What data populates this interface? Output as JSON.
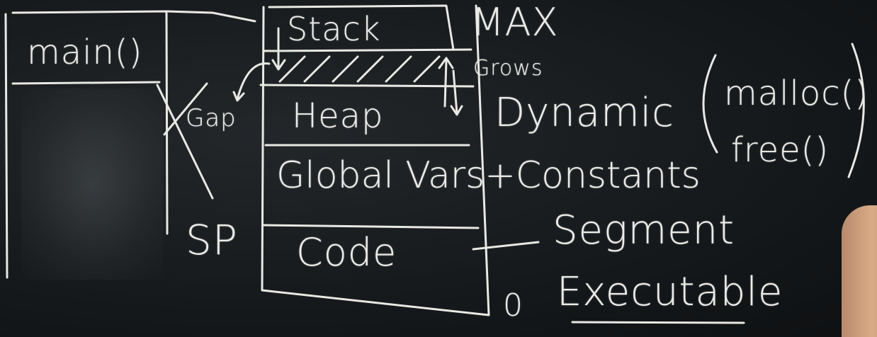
{
  "board": {
    "labels": {
      "main": "main()",
      "stack": "Stack",
      "max": "MAX",
      "grows": "Grows",
      "gap": "Gap",
      "heap": "Heap",
      "dynamic": "Dynamic",
      "malloc": "malloc()",
      "free": "free()",
      "global": "Global Vars+Constants",
      "sp": "SP",
      "code": "Code",
      "segment": "Segment",
      "executable": "Executable",
      "zero": "0"
    }
  }
}
